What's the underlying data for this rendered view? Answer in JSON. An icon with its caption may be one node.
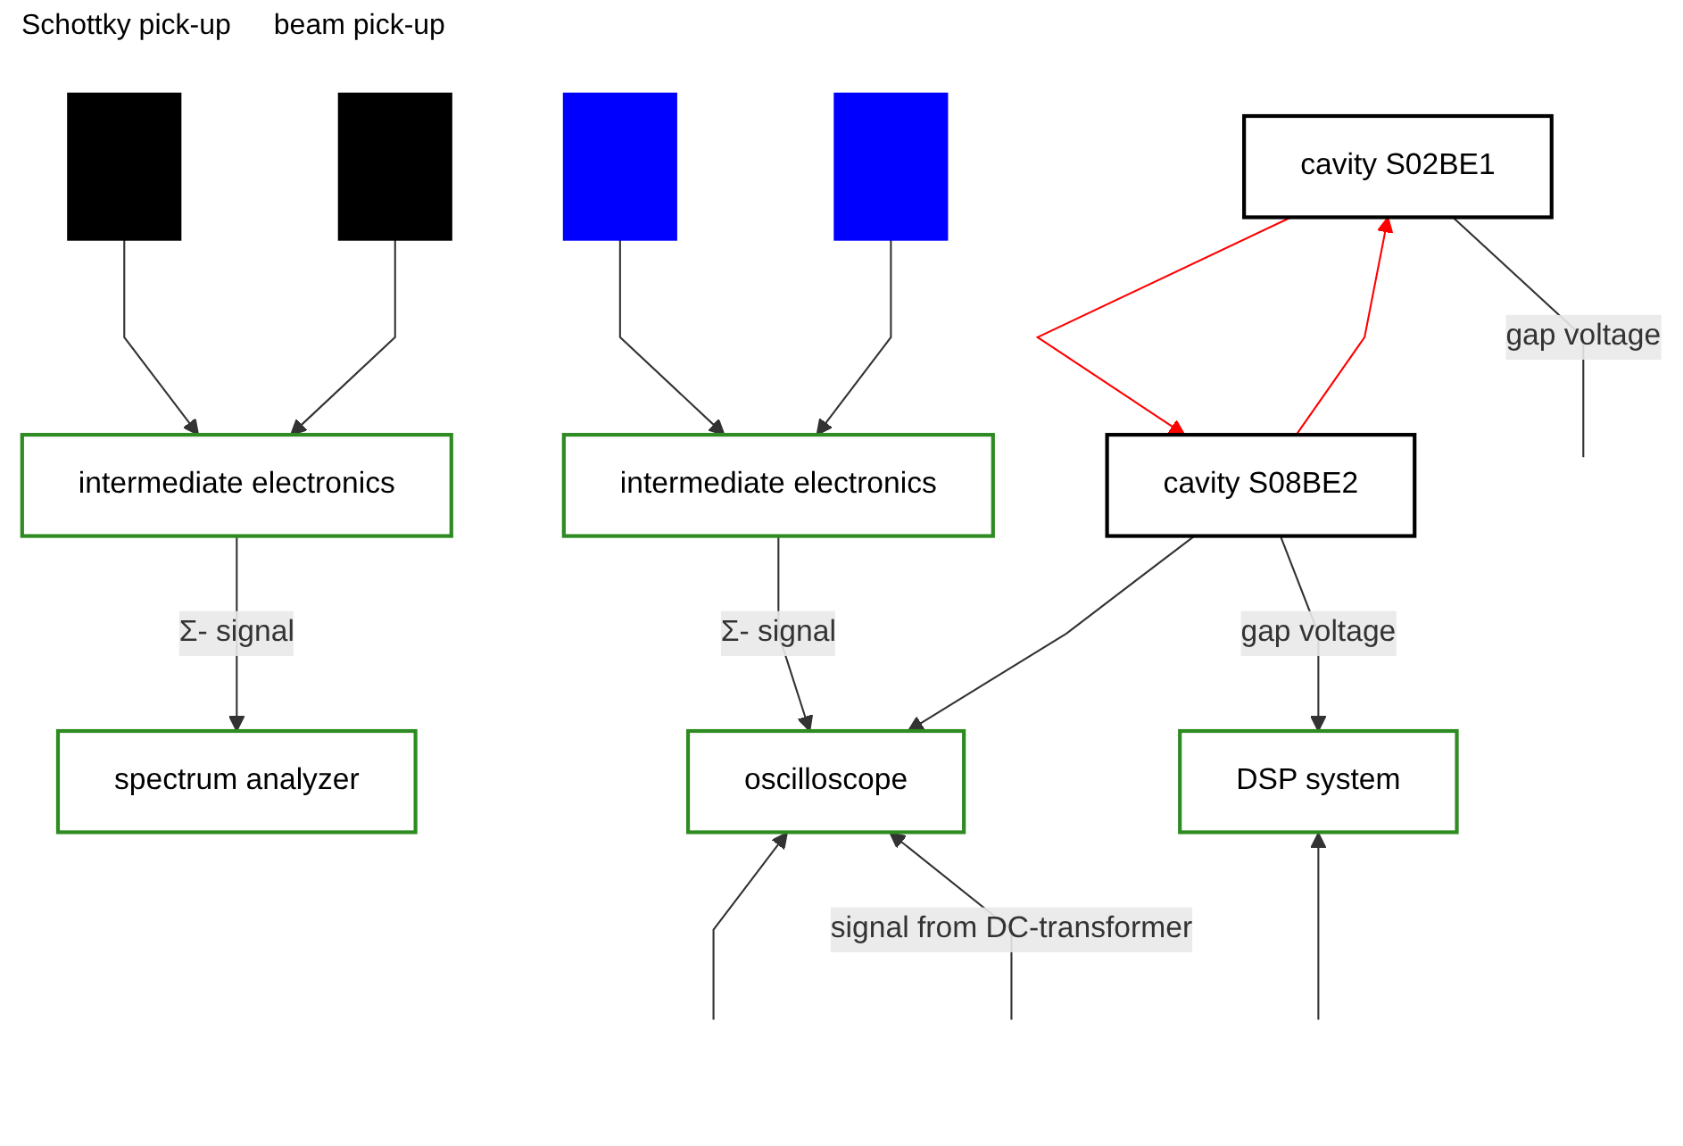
{
  "diagram": {
    "nodes": [
      {
        "text": [
          "cavity S02BE1"
        ]
      },
      {
        "text": [
          "cavity S08BE2"
        ]
      },
      {
        "text": [
          "intermediate electronics"
        ]
      },
      {
        "text": [
          "spectrum analyzer"
        ]
      },
      {
        "text": [
          "intermediate electronics"
        ]
      },
      {
        "text": [
          "oscilloscope"
        ]
      },
      {
        "text": [
          "DSP system"
        ]
      },
      {
        "text": [],
        "shape": "bar"
      },
      {
        "text": [],
        "shape": "bar"
      },
      {
        "text": [],
        "shape": "bar"
      },
      {
        "text": [],
        "shape": "bar"
      }
    ],
    "edges": [
      {
        "from": 0,
        "to": 1,
        "arrow": "to",
        "color": "#ff0000"
      },
      {
        "from": 1,
        "to": 0,
        "arrow": "to",
        "color": "#ff0000"
      },
      {
        "from": 7,
        "to": 2,
        "arrow": "to"
      },
      {
        "from": 8,
        "to": 2,
        "arrow": "to"
      },
      {
        "from": 9,
        "to": 4,
        "arrow": "to"
      },
      {
        "from": 10,
        "to": 4,
        "arrow": "to"
      },
      {
        "from": 2,
        "to": 3,
        "arrow": "to",
        "label": "Σ- signal"
      },
      {
        "from": 4,
        "to": 5,
        "arrow": "to",
        "label": "Σ- signal"
      },
      {
        "from": 1,
        "to": 5,
        "arrow": "to"
      },
      {
        "from": 1,
        "to": 6,
        "arrow": "to",
        "label": "gap voltage"
      },
      {
        "from": 0,
        "to": null,
        "arrow": "none",
        "label": "gap voltage"
      },
      {
        "from": null,
        "to": 5,
        "arrow": "to"
      },
      {
        "from": null,
        "to": 5,
        "arrow": "to",
        "label": "signal from DC-transformer"
      },
      {
        "from": null,
        "to": 6,
        "arrow": "to"
      }
    ],
    "labels": [
      "Schottky pick-up",
      "beam pick-up"
    ]
  }
}
